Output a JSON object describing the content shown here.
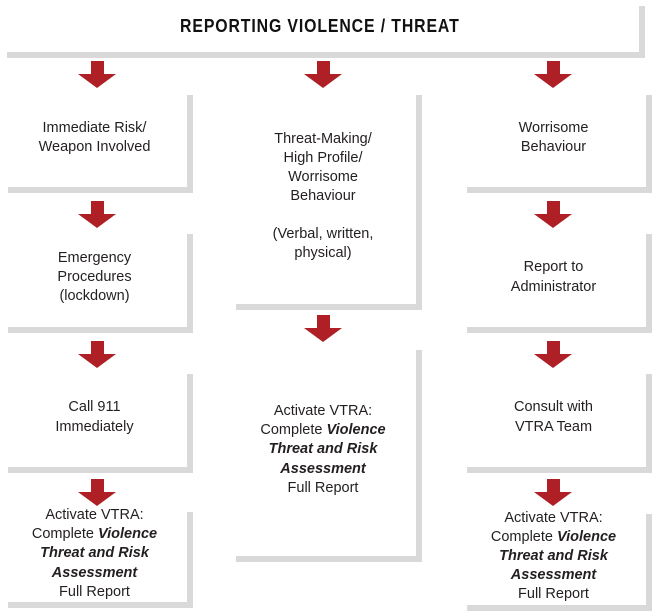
{
  "title": "REPORTING VIOLENCE / THREAT",
  "colors": {
    "arrow_red": "#AE2025",
    "shadow_gray": "#D9D9D9",
    "text": "#231F20",
    "box_background": "#FFFFFF"
  },
  "flowchart": {
    "columns": [
      {
        "name": "immediate-risk-path",
        "steps": [
          {
            "type": "plain",
            "text": "Immediate Risk/\nWeapon Involved"
          },
          {
            "type": "plain",
            "text": "Emergency\nProcedures\n(lockdown)"
          },
          {
            "type": "plain",
            "text": "Call 911\nImmediately"
          },
          {
            "type": "vtra"
          }
        ]
      },
      {
        "name": "threat-making-path",
        "steps": [
          {
            "type": "plain",
            "text": "Threat-Making/\nHigh Profile/\nWorrisome\nBehaviour\n\n(Verbal, written,\nphysical)"
          },
          {
            "type": "vtra"
          }
        ]
      },
      {
        "name": "worrisome-behaviour-path",
        "steps": [
          {
            "type": "plain",
            "text": "Worrisome\nBehaviour"
          },
          {
            "type": "plain",
            "text": "Report to\nAdministrator"
          },
          {
            "type": "plain",
            "text": "Consult with\nVTRA Team"
          },
          {
            "type": "vtra"
          }
        ]
      }
    ],
    "vtra_step": {
      "intro": "Activate VTRA:",
      "complete": "Complete",
      "assessment": "Violence Threat and Risk Assessment",
      "report": "Full Report"
    }
  }
}
